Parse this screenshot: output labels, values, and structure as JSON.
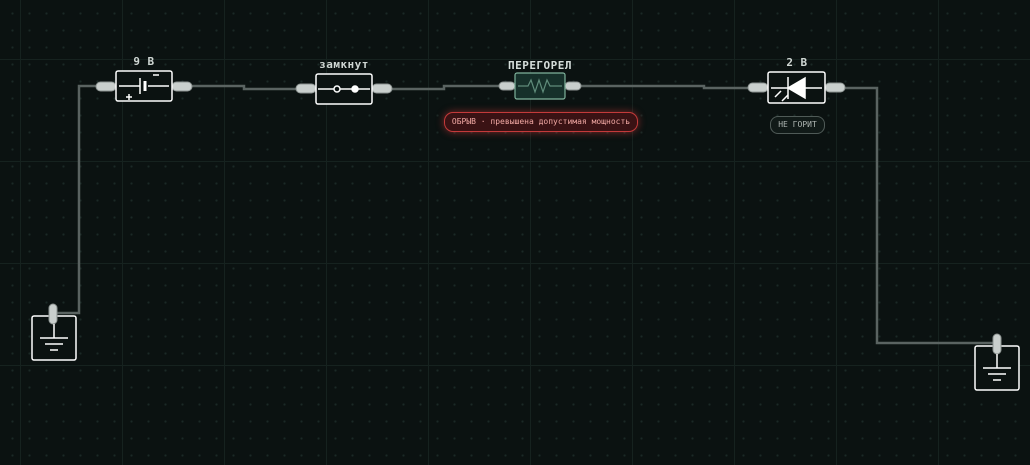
{
  "battery": {
    "label": "9 В"
  },
  "switch": {
    "label": "замкнут"
  },
  "resistor": {
    "label": "ПЕРЕГОРЕЛ",
    "fault_badge": "ОБРЫВ · превышена допустимая мощность"
  },
  "led": {
    "label": "2 В",
    "status_badge": "НЕ ГОРИТ"
  },
  "colors": {
    "wire": "#5a6361",
    "component": "#ffffff",
    "fault": "#c43a3a",
    "burnt": "#9fd0b8"
  }
}
